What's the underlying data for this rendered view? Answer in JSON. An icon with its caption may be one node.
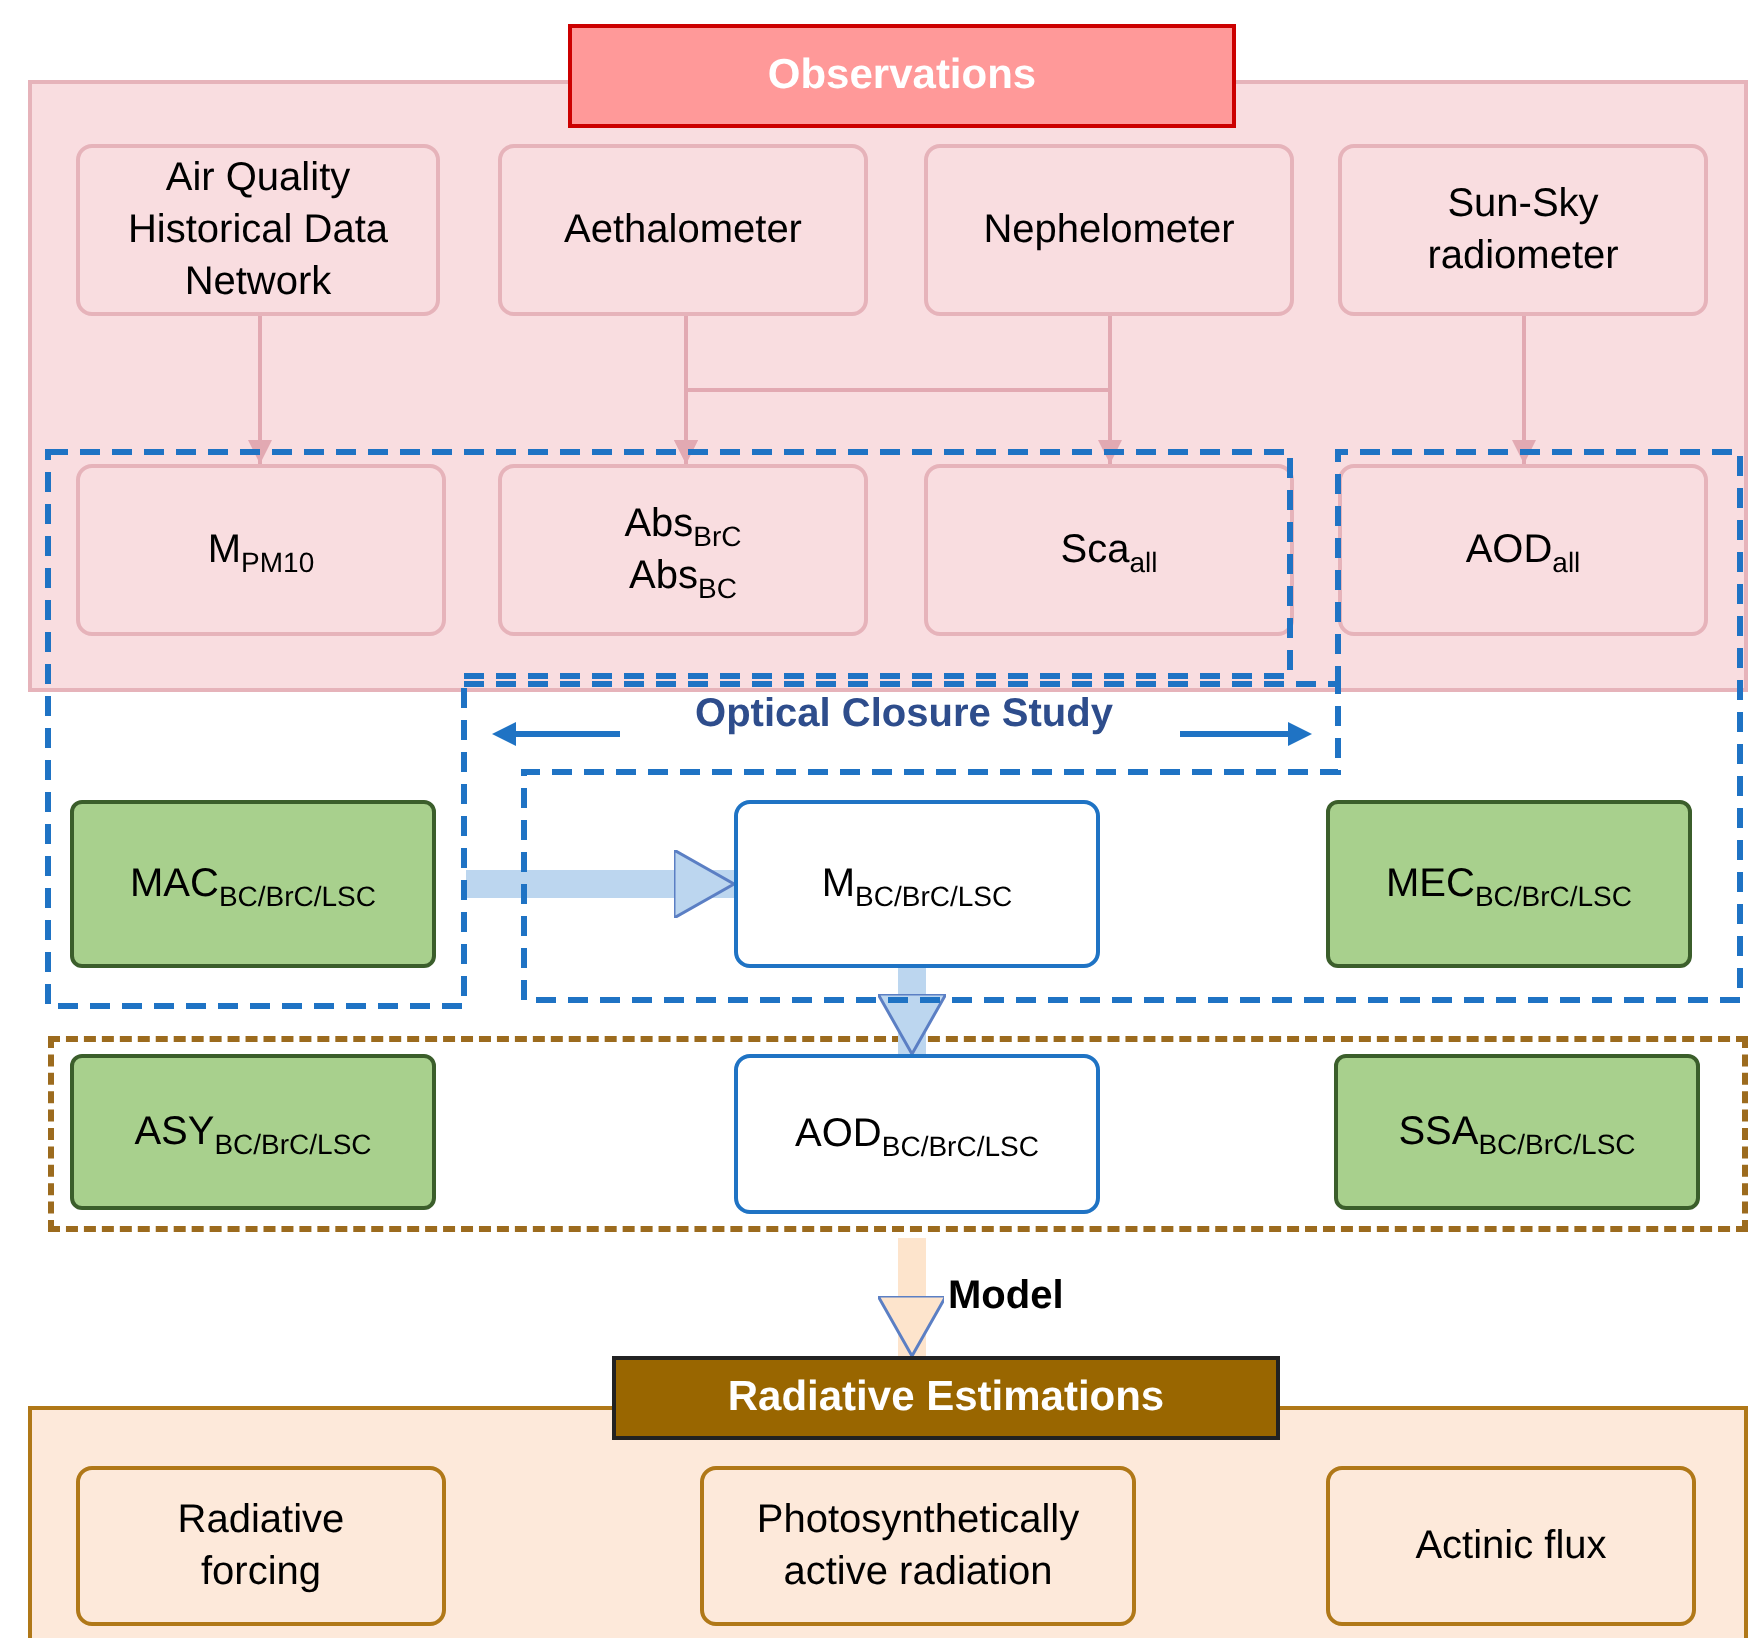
{
  "diagram": {
    "nodes": [
      {
        "text": [
          "Observations"
        ]
      },
      {
        "text": [
          "Air Quality Historical Data Network"
        ],
        "in": 0
      },
      {
        "text": [
          "Aethalometer"
        ],
        "in": 0
      },
      {
        "text": [
          "Nephelometer"
        ],
        "in": 0
      },
      {
        "text": [
          "Sun-Sky radiometer"
        ],
        "in": 0
      },
      {
        "text": [
          "M$_{PM10}$"
        ],
        "in": 0
      },
      {
        "text": [
          "Abs$_{BrC}$ Abs$_{BC}$"
        ],
        "in": 0
      },
      {
        "text": [
          "Sca$_{all}$"
        ],
        "in": 0
      },
      {
        "text": [
          "AOD$_{all}$"
        ],
        "in": 0
      },
      {
        "text": [
          "MAC$_{BC/BrC/LSC}$"
        ]
      },
      {
        "text": [
          "M$_{BC/BrC/LSC}$"
        ]
      },
      {
        "text": [
          "MEC$_{BC/BrC/LSC}$"
        ]
      },
      {
        "text": [],
        "shape": "box"
      },
      {
        "text": [
          "ASY$_{BC/BrC/LSC}$"
        ],
        "in": 12
      },
      {
        "text": [
          "AOD$_{BC/BrC/LSC}$"
        ],
        "in": 12
      },
      {
        "text": [
          "SSA$_{BC/BrC/LSC}$"
        ],
        "in": 12
      },
      {
        "text": [
          "Radiative Estimations"
        ]
      },
      {
        "text": [
          "Radiative forcing"
        ],
        "in": 16
      },
      {
        "text": [
          "Photosynthetically active radiation"
        ],
        "in": 16
      },
      {
        "text": [
          "Actinic flux"
        ],
        "in": 16
      }
    ],
    "edges": [
      {
        "from": 1,
        "to": 5,
        "arrow": "to"
      },
      {
        "from": 2,
        "to": 6,
        "arrow": "to"
      },
      {
        "from": 3,
        "to": 6,
        "arrow": "to"
      },
      {
        "from": 3,
        "to": 7,
        "arrow": "to"
      },
      {
        "from": 4,
        "to": 8,
        "arrow": "to"
      },
      {
        "from": 9,
        "to": 10,
        "arrow": "to",
        "style": "thick",
        "color": "#bcd6ef"
      },
      {
        "from": 10,
        "to": 14,
        "arrow": "to",
        "style": "thick",
        "color": "#bcd6ef"
      },
      {
        "from": 12,
        "to": 16,
        "arrow": "to",
        "style": "thick",
        "color": "#fde4cc",
        "label": "Model"
      }
    ],
    "labels": [
      "Optical Closure Study"
    ]
  }
}
